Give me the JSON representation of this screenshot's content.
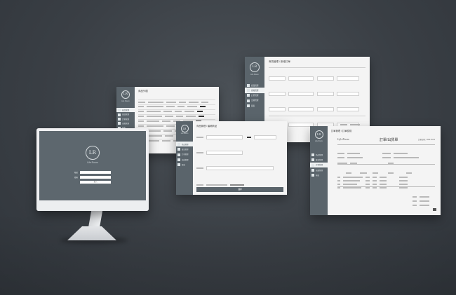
{
  "brand": {
    "name": "Life Room",
    "monogram": "LR"
  },
  "login": {
    "user_label": "帳號",
    "pass_label": "密碼",
    "button": "登入"
  },
  "nav": [
    "商品管理",
    "會員管理",
    "訂單管理",
    "出貨管理",
    "報表"
  ],
  "list_panel": {
    "title": "商品列表"
  },
  "edit_panel": {
    "title": "商品管理 / 編輯商品",
    "save": "儲存"
  },
  "order_panel": {
    "title": "會員管理 / 新增訂單"
  },
  "receipt": {
    "title": "訂單管理 / 訂單檢視",
    "heading": "訂單/出貨單",
    "brand_script": "Life Room",
    "date": "訂單日期：2021.01.01"
  }
}
